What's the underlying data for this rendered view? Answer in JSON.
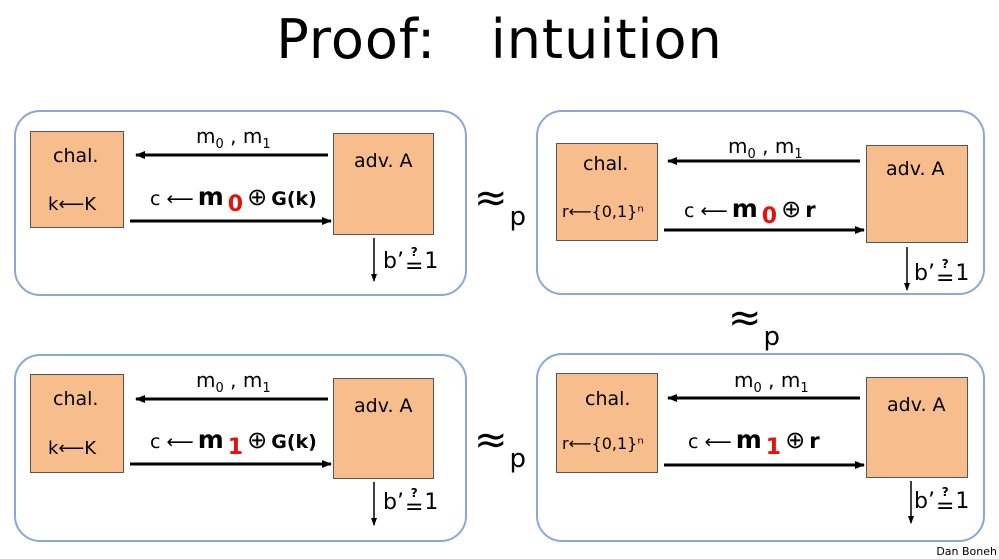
{
  "title": "Proof:   intuition",
  "credit": "Dan Boneh",
  "approx_label": "≈",
  "approx_sub": "p",
  "panels": [
    {
      "chal": "chal.",
      "key": "k⟵K",
      "adv": "adv. A",
      "msgs": {
        "m": "m",
        "i0": "0",
        "sep": " , ",
        "i1": "1"
      },
      "enc": {
        "lhs": "c ⟵",
        "m": "m",
        "idx": "0",
        "op": "⊕",
        "rhs": "G(k)"
      },
      "output": {
        "b": "b’",
        "q": "?",
        "eq": "=",
        "val": "1"
      }
    },
    {
      "chal": "chal.",
      "key": "r⟵{0,1}ⁿ",
      "adv": "adv. A",
      "msgs": {
        "m": "m",
        "i0": "0",
        "sep": " , ",
        "i1": "1"
      },
      "enc": {
        "lhs": "c ⟵",
        "m": "m",
        "idx": "0",
        "op": "⊕",
        "rhs": "r"
      },
      "output": {
        "b": "b’",
        "q": "?",
        "eq": "=",
        "val": "1"
      }
    },
    {
      "chal": "chal.",
      "key": "k⟵K",
      "adv": "adv. A",
      "msgs": {
        "m": "m",
        "i0": "0",
        "sep": " , ",
        "i1": "1"
      },
      "enc": {
        "lhs": "c ⟵",
        "m": "m",
        "idx": "1",
        "op": "⊕",
        "rhs": "G(k)"
      },
      "output": {
        "b": "b’",
        "q": "?",
        "eq": "=",
        "val": "1"
      }
    },
    {
      "chal": "chal.",
      "key": "r⟵{0,1}ⁿ",
      "adv": "adv. A",
      "msgs": {
        "m": "m",
        "i0": "0",
        "sep": " , ",
        "i1": "1"
      },
      "enc": {
        "lhs": "c ⟵",
        "m": "m",
        "idx": "1",
        "op": "⊕",
        "rhs": "r"
      },
      "output": {
        "b": "b’",
        "q": "?",
        "eq": "=",
        "val": "1"
      }
    }
  ]
}
